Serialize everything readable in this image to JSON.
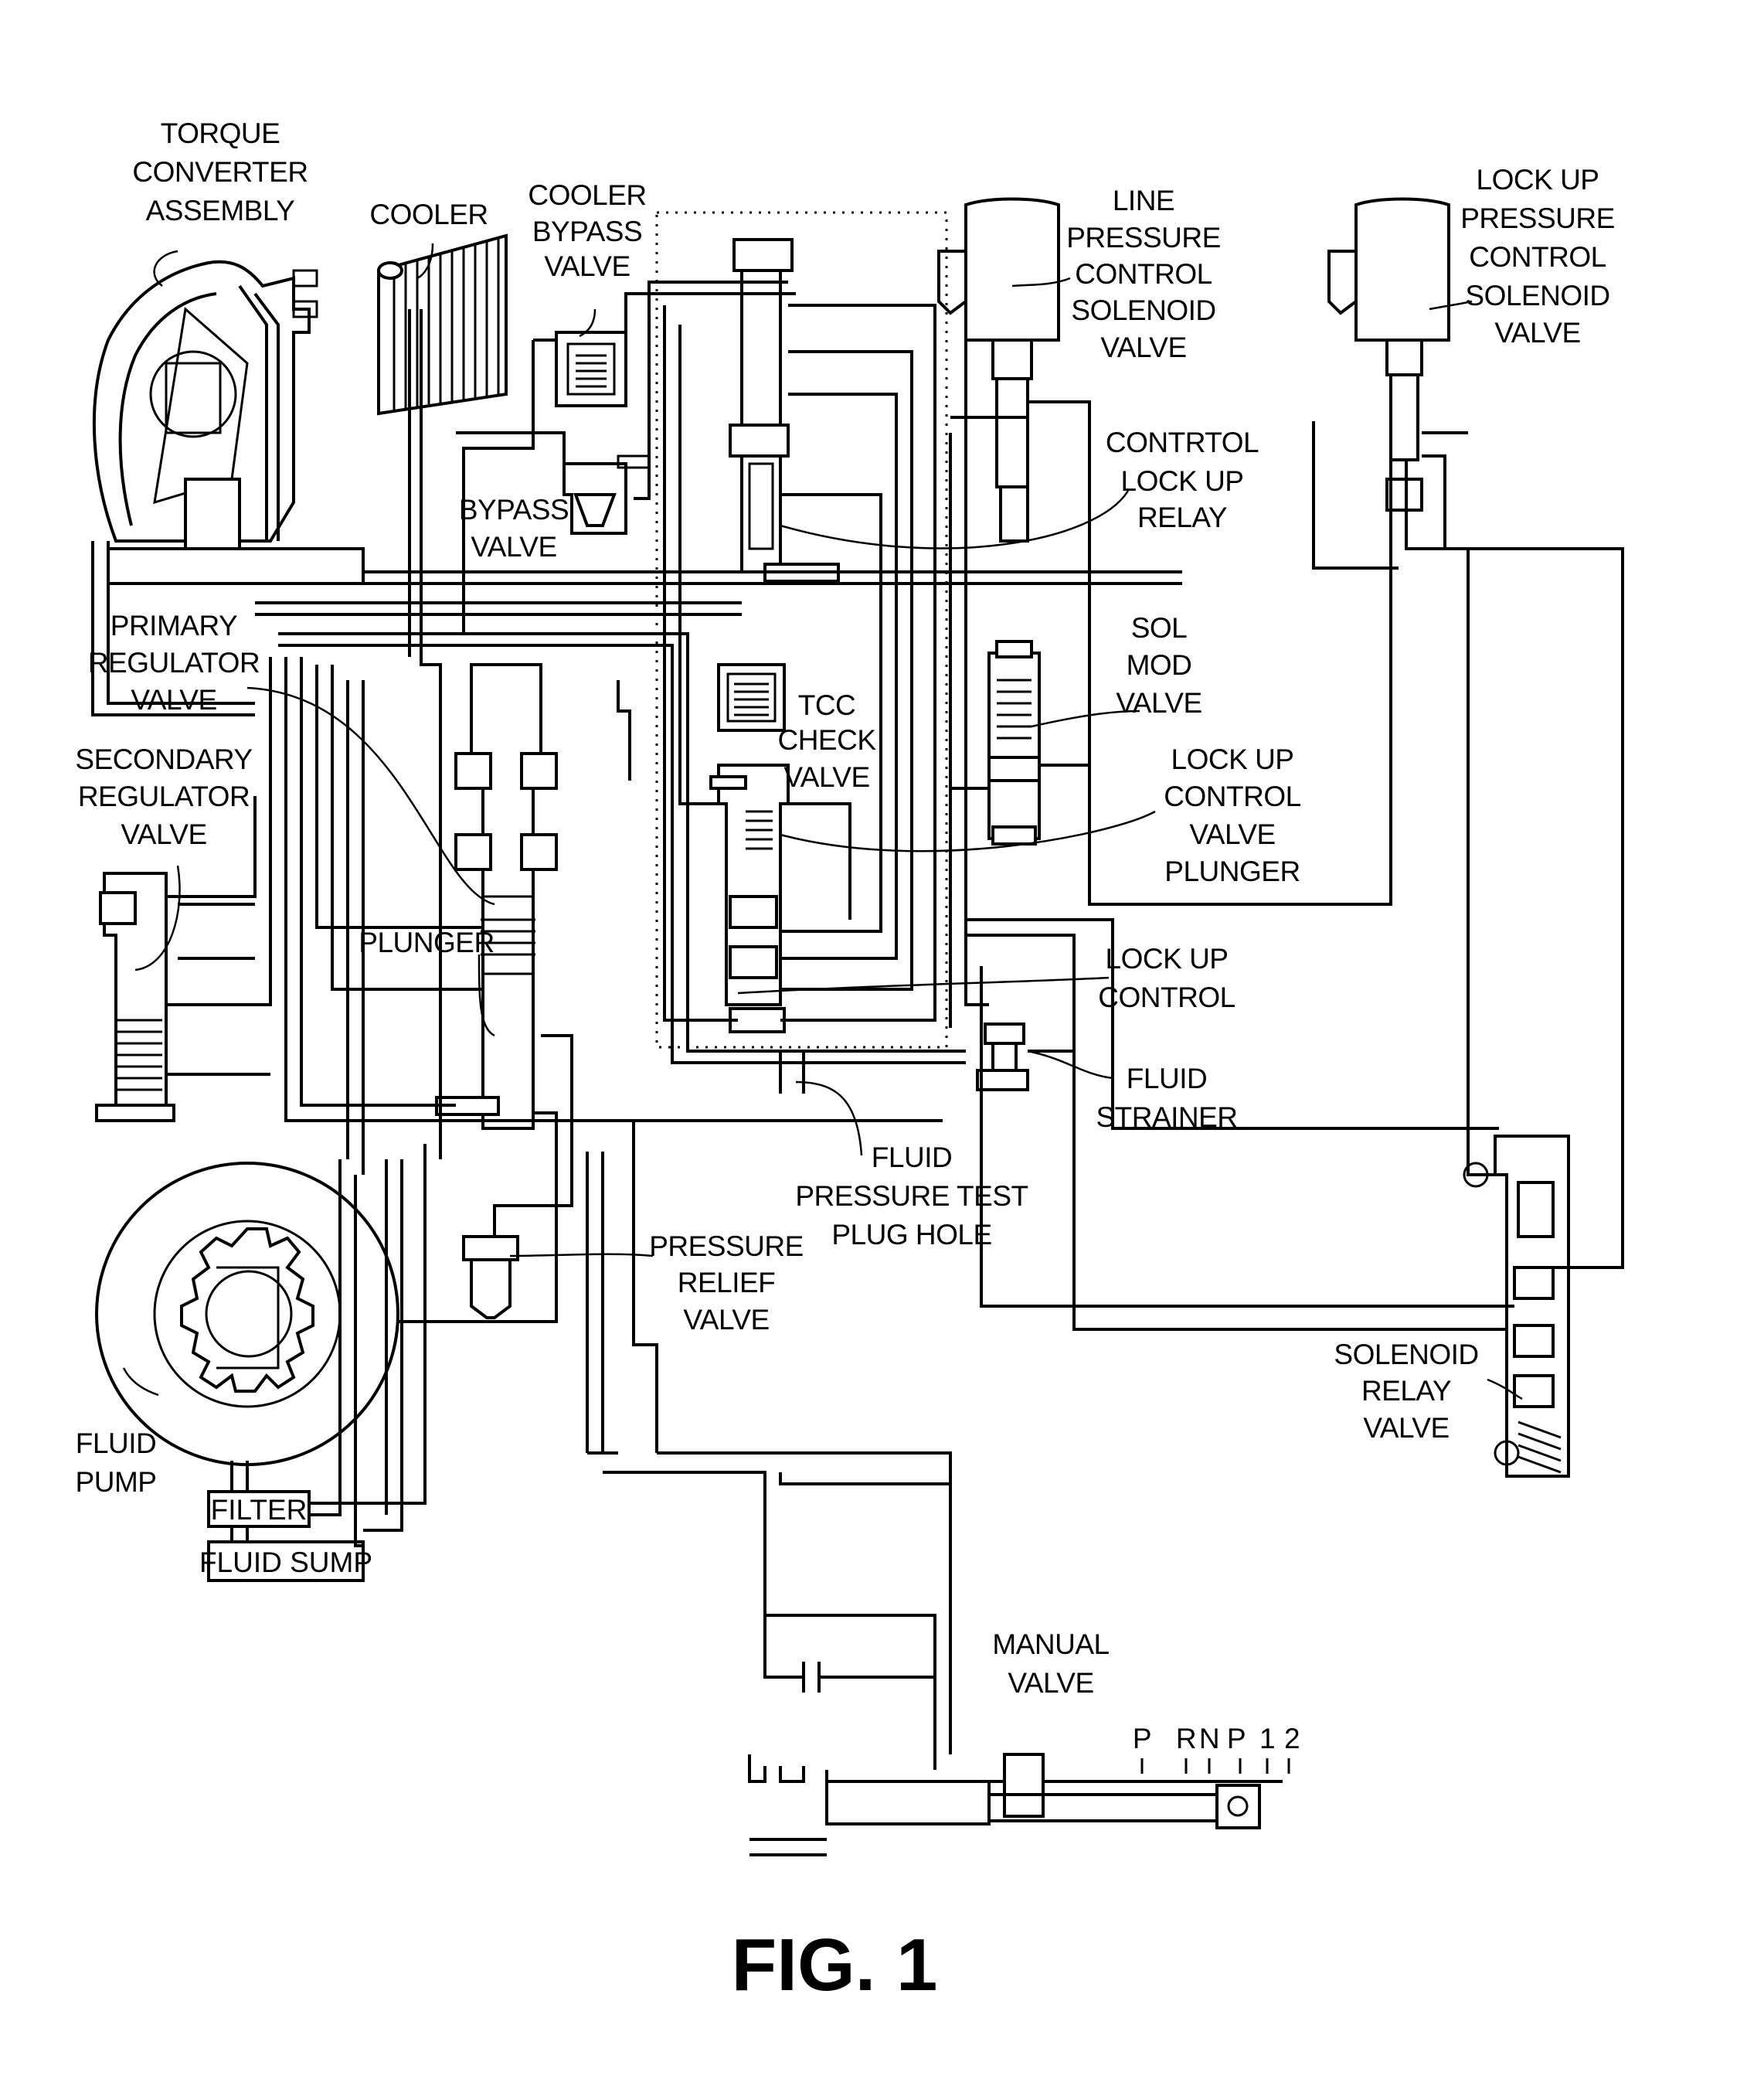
{
  "figure": {
    "caption": "FIG. 1"
  },
  "labels": {
    "torque_converter": [
      "TORQUE",
      "CONVERTER",
      "ASSEMBLY"
    ],
    "cooler": [
      "COOLER"
    ],
    "cooler_bypass_valve": [
      "COOLER",
      "BYPASS",
      "VALVE"
    ],
    "line_pressure_control_solenoid_valve": [
      "LINE",
      "PRESSURE",
      "CONTROL",
      "SOLENOID",
      "VALVE"
    ],
    "lock_up_pressure_control_solenoid_valve": [
      "LOCK UP",
      "PRESSURE",
      "CONTROL",
      "SOLENOID",
      "VALVE"
    ],
    "control_lock_up_relay": [
      "CONTRTOL",
      "LOCK UP",
      "RELAY"
    ],
    "bypass_valve": [
      "BYPASS",
      "VALVE"
    ],
    "primary_regulator_valve": [
      "PRIMARY",
      "REGULATOR",
      "VALVE"
    ],
    "secondary_regulator_valve": [
      "SECONDARY",
      "REGULATOR",
      "VALVE"
    ],
    "tcc_check_valve": [
      "TCC",
      "CHECK",
      "VALVE"
    ],
    "sol_mod_valve": [
      "SOL",
      "MOD",
      "VALVE"
    ],
    "lock_up_control_valve_plunger": [
      "LOCK UP",
      "CONTROL",
      "VALVE",
      "PLUNGER"
    ],
    "plunger": [
      "PLUNGER"
    ],
    "lock_up_control": [
      "LOCK UP",
      "CONTROL"
    ],
    "fluid_strainer": [
      "FLUID",
      "STRAINER"
    ],
    "fluid_pressure_test_plug_hole": [
      "FLUID",
      "PRESSURE TEST",
      "PLUG HOLE"
    ],
    "pressure_relief_valve": [
      "PRESSURE",
      "RELIEF",
      "VALVE"
    ],
    "fluid_pump": [
      "FLUID",
      "PUMP"
    ],
    "filter": [
      "FILTER"
    ],
    "fluid_sump": [
      "FLUID SUMP"
    ],
    "solenoid_relay_valve": [
      "SOLENOID",
      "RELAY",
      "VALVE"
    ],
    "manual_valve": [
      "MANUAL",
      "VALVE"
    ],
    "gear_positions": [
      "P",
      "R",
      "N",
      "P",
      "1",
      "2"
    ]
  },
  "colors": {
    "ink": "#000000",
    "paper": "#ffffff"
  }
}
